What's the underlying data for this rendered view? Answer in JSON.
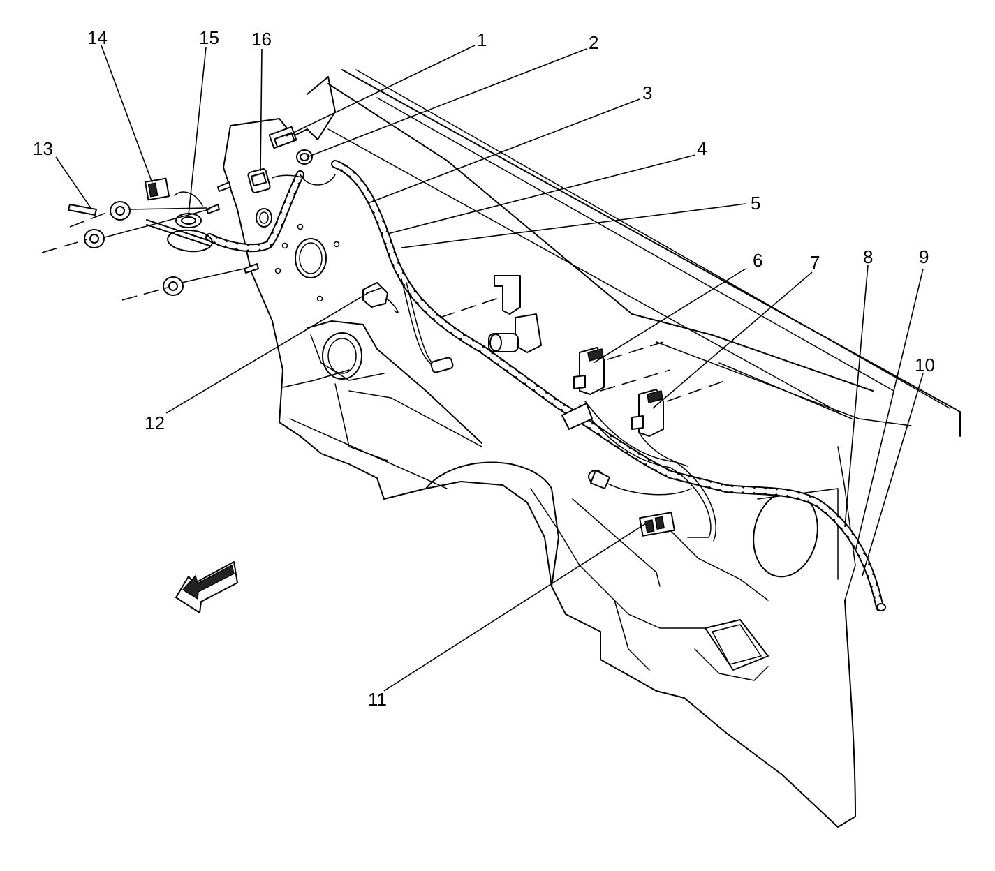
{
  "diagram": {
    "callouts": [
      {
        "id": "1",
        "label": "1"
      },
      {
        "id": "2",
        "label": "2"
      },
      {
        "id": "3",
        "label": "3"
      },
      {
        "id": "4",
        "label": "4"
      },
      {
        "id": "5",
        "label": "5"
      },
      {
        "id": "6",
        "label": "6"
      },
      {
        "id": "7",
        "label": "7"
      },
      {
        "id": "8",
        "label": "8"
      },
      {
        "id": "9",
        "label": "9"
      },
      {
        "id": "10",
        "label": "10"
      },
      {
        "id": "11",
        "label": "11"
      },
      {
        "id": "12",
        "label": "12"
      },
      {
        "id": "13",
        "label": "13"
      },
      {
        "id": "14",
        "label": "14"
      },
      {
        "id": "15",
        "label": "15"
      },
      {
        "id": "16",
        "label": "16"
      }
    ],
    "direction_arrow": {
      "icon": "forward-arrow-icon"
    }
  }
}
